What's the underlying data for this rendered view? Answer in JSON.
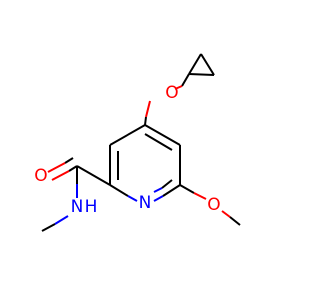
{
  "molecule": {
    "atoms": {
      "ether_oxygen": "O",
      "ring_nitrogen": "N",
      "methoxy_oxygen": "O",
      "carbonyl_oxygen": "O",
      "amide_nitrogen": "N",
      "amide_hydrogen": "H"
    },
    "colors": {
      "bond": "#000000",
      "oxygen": "#ff0000",
      "nitrogen": "#0000ff",
      "background": "#ffffff"
    }
  }
}
